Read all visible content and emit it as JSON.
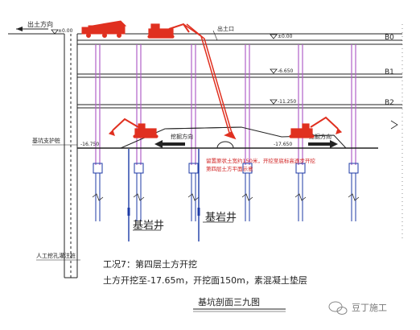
{
  "labels": {
    "out_direction": "出土方向",
    "top_elev": "±0.00",
    "out_opening": "出土口",
    "level_b1_elev": "-6.650",
    "level_b2_elev": "-11.250",
    "level_b3_elev": "-16.750",
    "level_b4_elev": "-17.650",
    "b0": "B0",
    "b1": "B1",
    "b2": "B2",
    "side_wall_label": "基坑支护桩",
    "bottom_wall_label": "人工挖孔灌注桩",
    "slope_left": "挖掘方向",
    "slope_right": "挖掘方向",
    "note_line1": "留置原状土宽约150米，开挖至底标高逐步开挖",
    "note_line2": "第四层土方平面示意",
    "rock_well_1": "基岩井",
    "rock_well_2": "基岩井",
    "condition_line1": "工况7：第四层土方开挖",
    "condition_line2": "土方开挖至-17.65m，开挖面150m，素混凝土垫层",
    "section_title": "基坑剖面三九图",
    "watermark": "豆丁施工"
  },
  "colors": {
    "line": "#222222",
    "column": "#b060c8",
    "pile": "#1c3aa6",
    "excavator": "#e03020",
    "red_text": "#d02020"
  },
  "icons": {
    "excavator": "excavator-icon",
    "truck": "dump-truck-icon",
    "watermark": "wechat-bubble-icon"
  }
}
